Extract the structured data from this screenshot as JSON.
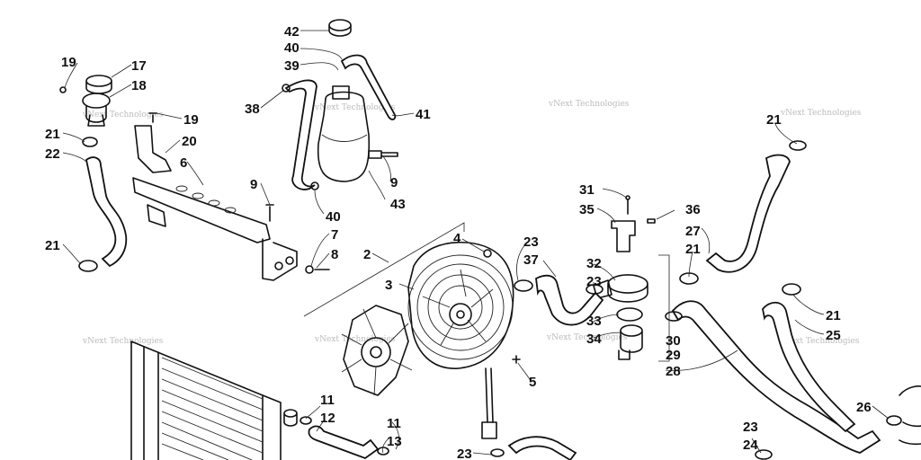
{
  "watermark": "vNext Technologies",
  "labels": [
    {
      "text": "42"
    },
    {
      "text": "40"
    },
    {
      "text": "39"
    },
    {
      "text": "38"
    },
    {
      "text": "41"
    },
    {
      "text": "9"
    },
    {
      "text": "43"
    },
    {
      "text": "9"
    },
    {
      "text": "40"
    },
    {
      "text": "19"
    },
    {
      "text": "17"
    },
    {
      "text": "18"
    },
    {
      "text": "19"
    },
    {
      "text": "20"
    },
    {
      "text": "21"
    },
    {
      "text": "22"
    },
    {
      "text": "6"
    },
    {
      "text": "21"
    },
    {
      "text": "7"
    },
    {
      "text": "8"
    },
    {
      "text": "2"
    },
    {
      "text": "4"
    },
    {
      "text": "3"
    },
    {
      "text": "5"
    },
    {
      "text": "23"
    },
    {
      "text": "37"
    },
    {
      "text": "32"
    },
    {
      "text": "23"
    },
    {
      "text": "33"
    },
    {
      "text": "34"
    },
    {
      "text": "31"
    },
    {
      "text": "35"
    },
    {
      "text": "36"
    },
    {
      "text": "27"
    },
    {
      "text": "21"
    },
    {
      "text": "30"
    },
    {
      "text": "29"
    },
    {
      "text": "28"
    },
    {
      "text": "21"
    },
    {
      "text": "21"
    },
    {
      "text": "25"
    },
    {
      "text": "26"
    },
    {
      "text": "23"
    },
    {
      "text": "24"
    },
    {
      "text": "11"
    },
    {
      "text": "12"
    },
    {
      "text": "11"
    },
    {
      "text": "13"
    },
    {
      "text": "23"
    }
  ]
}
